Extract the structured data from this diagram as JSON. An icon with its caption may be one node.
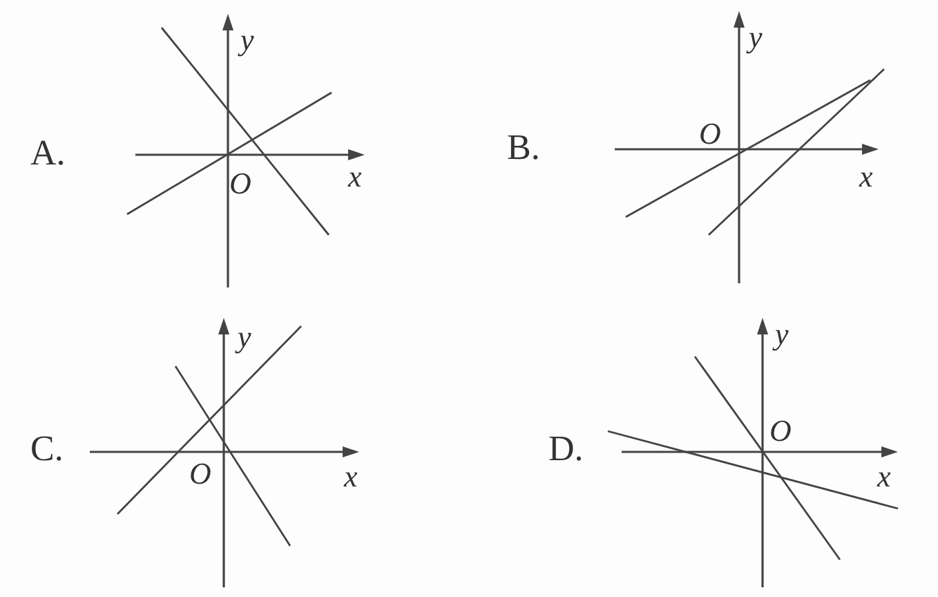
{
  "diagram": {
    "labels": [
      "A.",
      "y",
      "O",
      "x",
      "B.",
      "y",
      "O",
      "x",
      "C.",
      "y",
      "O",
      "x",
      "D.",
      "y",
      "O",
      "x"
    ]
  }
}
